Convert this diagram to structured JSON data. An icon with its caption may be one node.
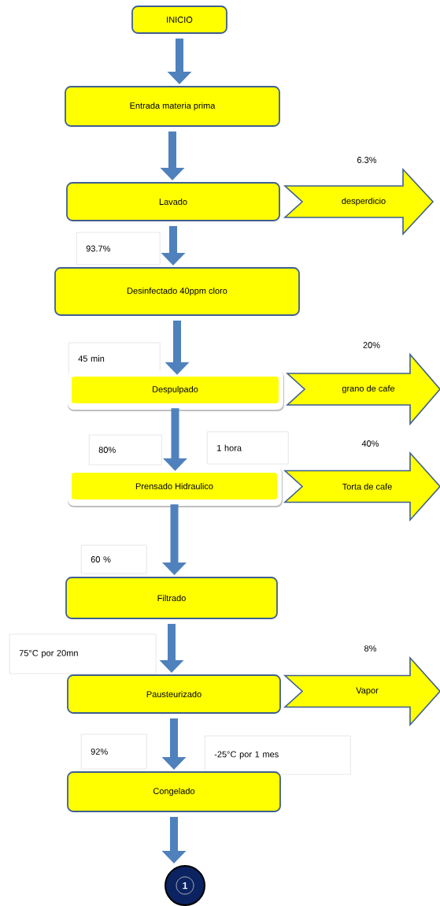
{
  "diagram": {
    "nodes": [
      {
        "text": [
          "INICIO"
        ]
      },
      {
        "text": [
          "Entrada materia prima"
        ]
      },
      {
        "text": [
          "Lavado"
        ]
      },
      {
        "text": [
          "desperdicio"
        ],
        "beside": [
          "6.3%"
        ]
      },
      {
        "text": [
          "93.7%"
        ]
      },
      {
        "text": [
          "Desinfectado 40ppm cloro"
        ]
      },
      {
        "text": [
          "45 min"
        ]
      },
      {
        "text": [
          "Despulpado"
        ]
      },
      {
        "text": [
          "grano de cafe"
        ],
        "beside": [
          "20%"
        ]
      },
      {
        "text": [
          "80%"
        ]
      },
      {
        "text": [
          "1 hora"
        ]
      },
      {
        "text": [
          "Prensado Hidraulico"
        ]
      },
      {
        "text": [
          "Torta de cafe"
        ],
        "beside": [
          "40%"
        ]
      },
      {
        "text": [
          "60 %"
        ]
      },
      {
        "text": [
          "Filtrado"
        ]
      },
      {
        "text": [
          "75°C por 20mn"
        ]
      },
      {
        "text": [
          "Pausteurizado"
        ]
      },
      {
        "text": [
          "Vapor"
        ],
        "beside": [
          "8%"
        ]
      },
      {
        "text": [
          "92%"
        ]
      },
      {
        "text": [
          "-25°C  por 1 mes"
        ]
      },
      {
        "text": [
          "Congelado"
        ]
      },
      {
        "text": [
          "1"
        ]
      }
    ],
    "edges": [
      {
        "from": 0,
        "to": 1,
        "arrow": "to"
      },
      {
        "from": 1,
        "to": 2,
        "arrow": "to"
      },
      {
        "from": 2,
        "to": 5,
        "arrow": "to"
      },
      {
        "from": 5,
        "to": 7,
        "arrow": "to"
      },
      {
        "from": 7,
        "to": 11,
        "arrow": "to"
      },
      {
        "from": 11,
        "to": 14,
        "arrow": "to"
      },
      {
        "from": 14,
        "to": 16,
        "arrow": "to"
      },
      {
        "from": 16,
        "to": 20,
        "arrow": "to"
      },
      {
        "from": 20,
        "to": 21,
        "arrow": "to"
      }
    ]
  }
}
